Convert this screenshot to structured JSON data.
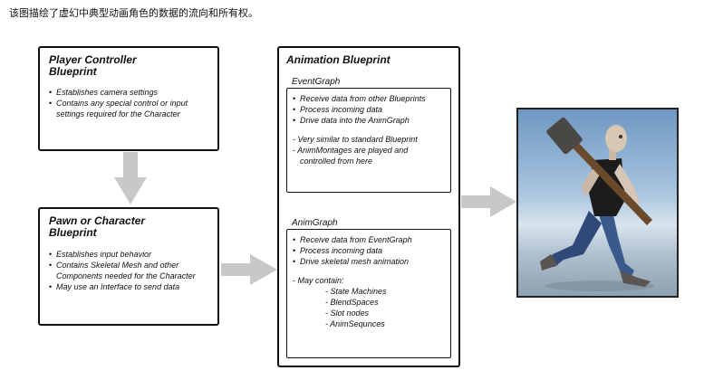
{
  "caption": "该图描绘了虚幻中典型动画角色的数据的流向和所有权。",
  "player_controller": {
    "title_line1": "Player Controller",
    "title_line2": "Blueprint",
    "bullets": [
      "Establishes camera settings",
      "Contains any special control or input settings required for the Character"
    ]
  },
  "pawn": {
    "title_line1": "Pawn or Character",
    "title_line2": "Blueprint",
    "bullets": [
      "Establishes input behavior",
      "Contains Skeletal Mesh and other Components needed for the Character",
      "May use an Interface to send data"
    ]
  },
  "animation_blueprint": {
    "title": "Animation Blueprint",
    "event_graph": {
      "label": "EventGraph",
      "bullets": [
        "Receive data from other Blueprints",
        "Process incoming data",
        "Drive data into the AnimGraph"
      ],
      "notes": [
        "- Very similar to standard Blueprint",
        "- AnimMontages are played and",
        "controlled from here"
      ]
    },
    "anim_graph": {
      "label": "AnimGraph",
      "bullet1_prefix": "Receive data from ",
      "bullet1_ref": "EventGraph",
      "bullets": [
        "Process incoming data",
        "Drive skeletal mesh animation"
      ],
      "may_contain_label": "- May contain:",
      "may_contain_items": [
        "- State Machines",
        "- BlendSpaces",
        "- Slot nodes",
        "- AnimSequnces"
      ]
    }
  },
  "colors": {
    "arrow": "#c8c8c8",
    "border": "#111111",
    "sky_top": "#6f97c2",
    "ground": "#8ea1b0"
  },
  "image": {
    "icon": "character-with-hammer-image"
  }
}
